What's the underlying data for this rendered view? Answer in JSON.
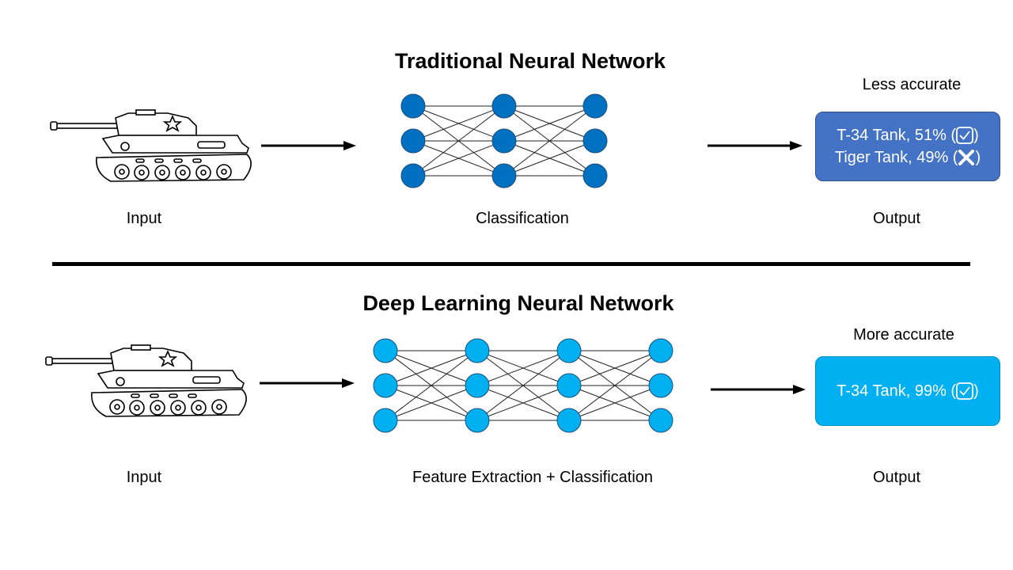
{
  "top": {
    "title": "Traditional Neural Network",
    "input_label": "Input",
    "process_label": "Classification",
    "output_label": "Output",
    "accuracy_note": "Less accurate",
    "results": [
      {
        "text": "T-34 Tank, 51% (",
        "mark": "check-icon",
        "close": ")"
      },
      {
        "text": "Tiger Tank, 49% (",
        "mark": "cross-icon",
        "close": ")"
      }
    ],
    "box_color": "#4472C4",
    "node_color": "#0070C0",
    "layers": 3
  },
  "bottom": {
    "title": "Deep Learning Neural Network",
    "input_label": "Input",
    "process_label": "Feature Extraction + Classification",
    "output_label": "Output",
    "accuracy_note": "More accurate",
    "results": [
      {
        "text": "T-34 Tank, 99% (",
        "mark": "check-icon",
        "close": ")"
      }
    ],
    "box_color": "#00B0F0",
    "node_color": "#00B0F0",
    "layers": 4
  }
}
